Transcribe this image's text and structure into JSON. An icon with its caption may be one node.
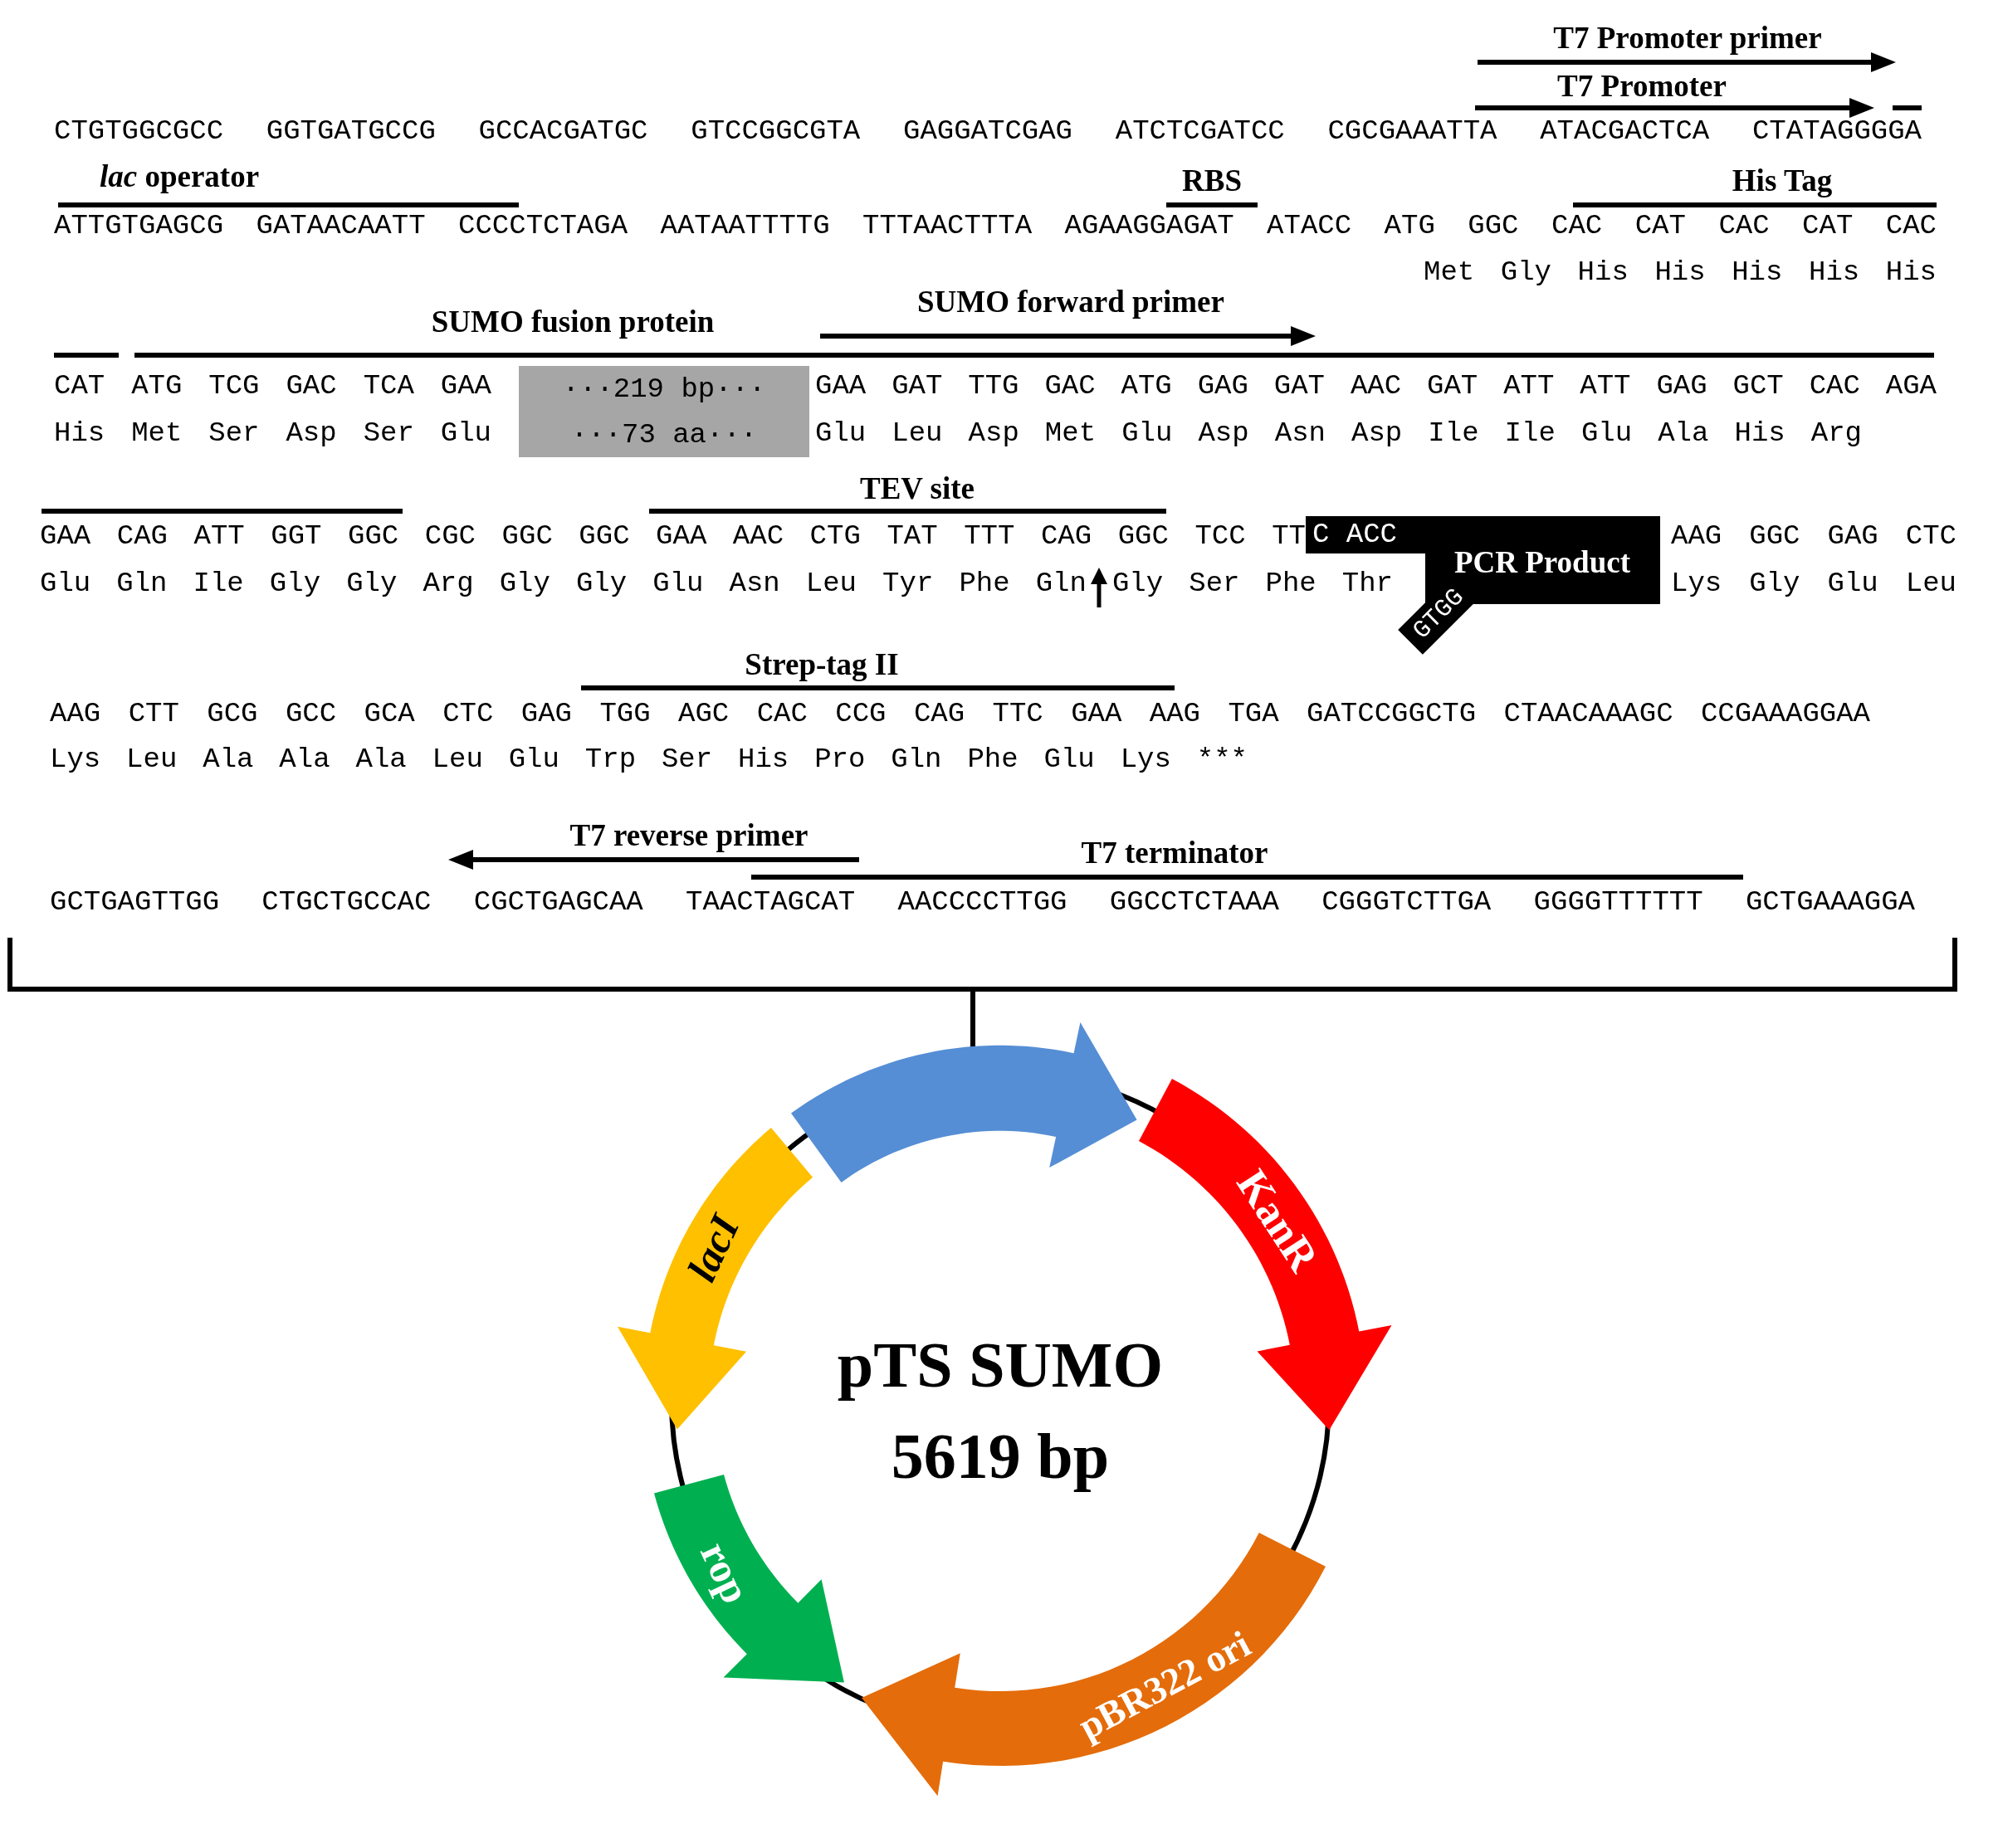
{
  "diagram": {
    "nodes": [
      {
        "text": [
          "···219 bp···",
          "···73 aa···"
        ]
      },
      {
        "text": [
          "C ACC",
          "PCR Product",
          "GTGG"
        ]
      },
      {
        "text": [],
        "shape": "arrow"
      },
      {
        "text": [
          "KanR"
        ]
      },
      {
        "text": [
          "lacI"
        ]
      },
      {
        "text": [
          "rop"
        ]
      },
      {
        "text": [
          "pBR322 ori"
        ]
      }
    ],
    "labels": [
      "T7 Promoter primer",
      "T7 Promoter",
      "CTGTGGCGCC GGTGATGCCG GCCACGATGC GTCCGGCGTA GAGGATCGAG ATCTCGATCC CGCGAAATTA ATACGACTCA CTATAGGGGA",
      "*lac* operator",
      "RBS",
      "His Tag",
      "ATTGTGAGCG GATAACAATT CCCCTCTAGA AATAATTTTG TTTAACTTTA AGAAGGAGAT ATACC ATG GGC CAC CAT CAC CAT CAC",
      "Met Gly His His His His His",
      "SUMO forward primer",
      "SUMO fusion protein",
      "CAT ATG TCG GAC TCA GAA",
      "GAA GAT TTG GAC ATG GAG GAT AAC GAT ATT ATT GAG GCT CAC AGA",
      "His Met Ser Asp Ser Glu",
      "Glu Leu Asp Met Glu Asp Asn Asp Ile Ile Glu Ala His Arg",
      "TEV site",
      "GAA CAG ATT GGT GGC CGC GGC GGC GAA AAC CTG TAT TTT CAG GGC TCC TT",
      "AAG GGC GAG CTC",
      "Glu Gln Ile Gly Gly Arg Gly Gly Glu Asn Leu Tyr Phe Gln Gly Ser Phe Thr",
      "Lys Gly Glu Leu",
      "Strep-tag II",
      "AAG CTT GCG GCC GCA CTC GAG TGG AGC CAC CCG CAG TTC GAA AAG TGA GATCCGGCTG CTAACAAAGC CCGAAAGGAA",
      "Lys Leu Ala Ala Ala Leu Glu Trp Ser His Pro Gln Phe Glu Lys ***",
      "T7 reverse primer",
      "T7 terminator",
      "GCTGAGTTGG CTGCTGCCAC CGCTGAGCAA TAACTAGCAT AACCCCTTGG GGCCTCTAAA CGGGTCTTGA GGGGTTTTTT GCTGAAAGGA",
      "pTS SUMO",
      "5619 bp"
    ]
  }
}
